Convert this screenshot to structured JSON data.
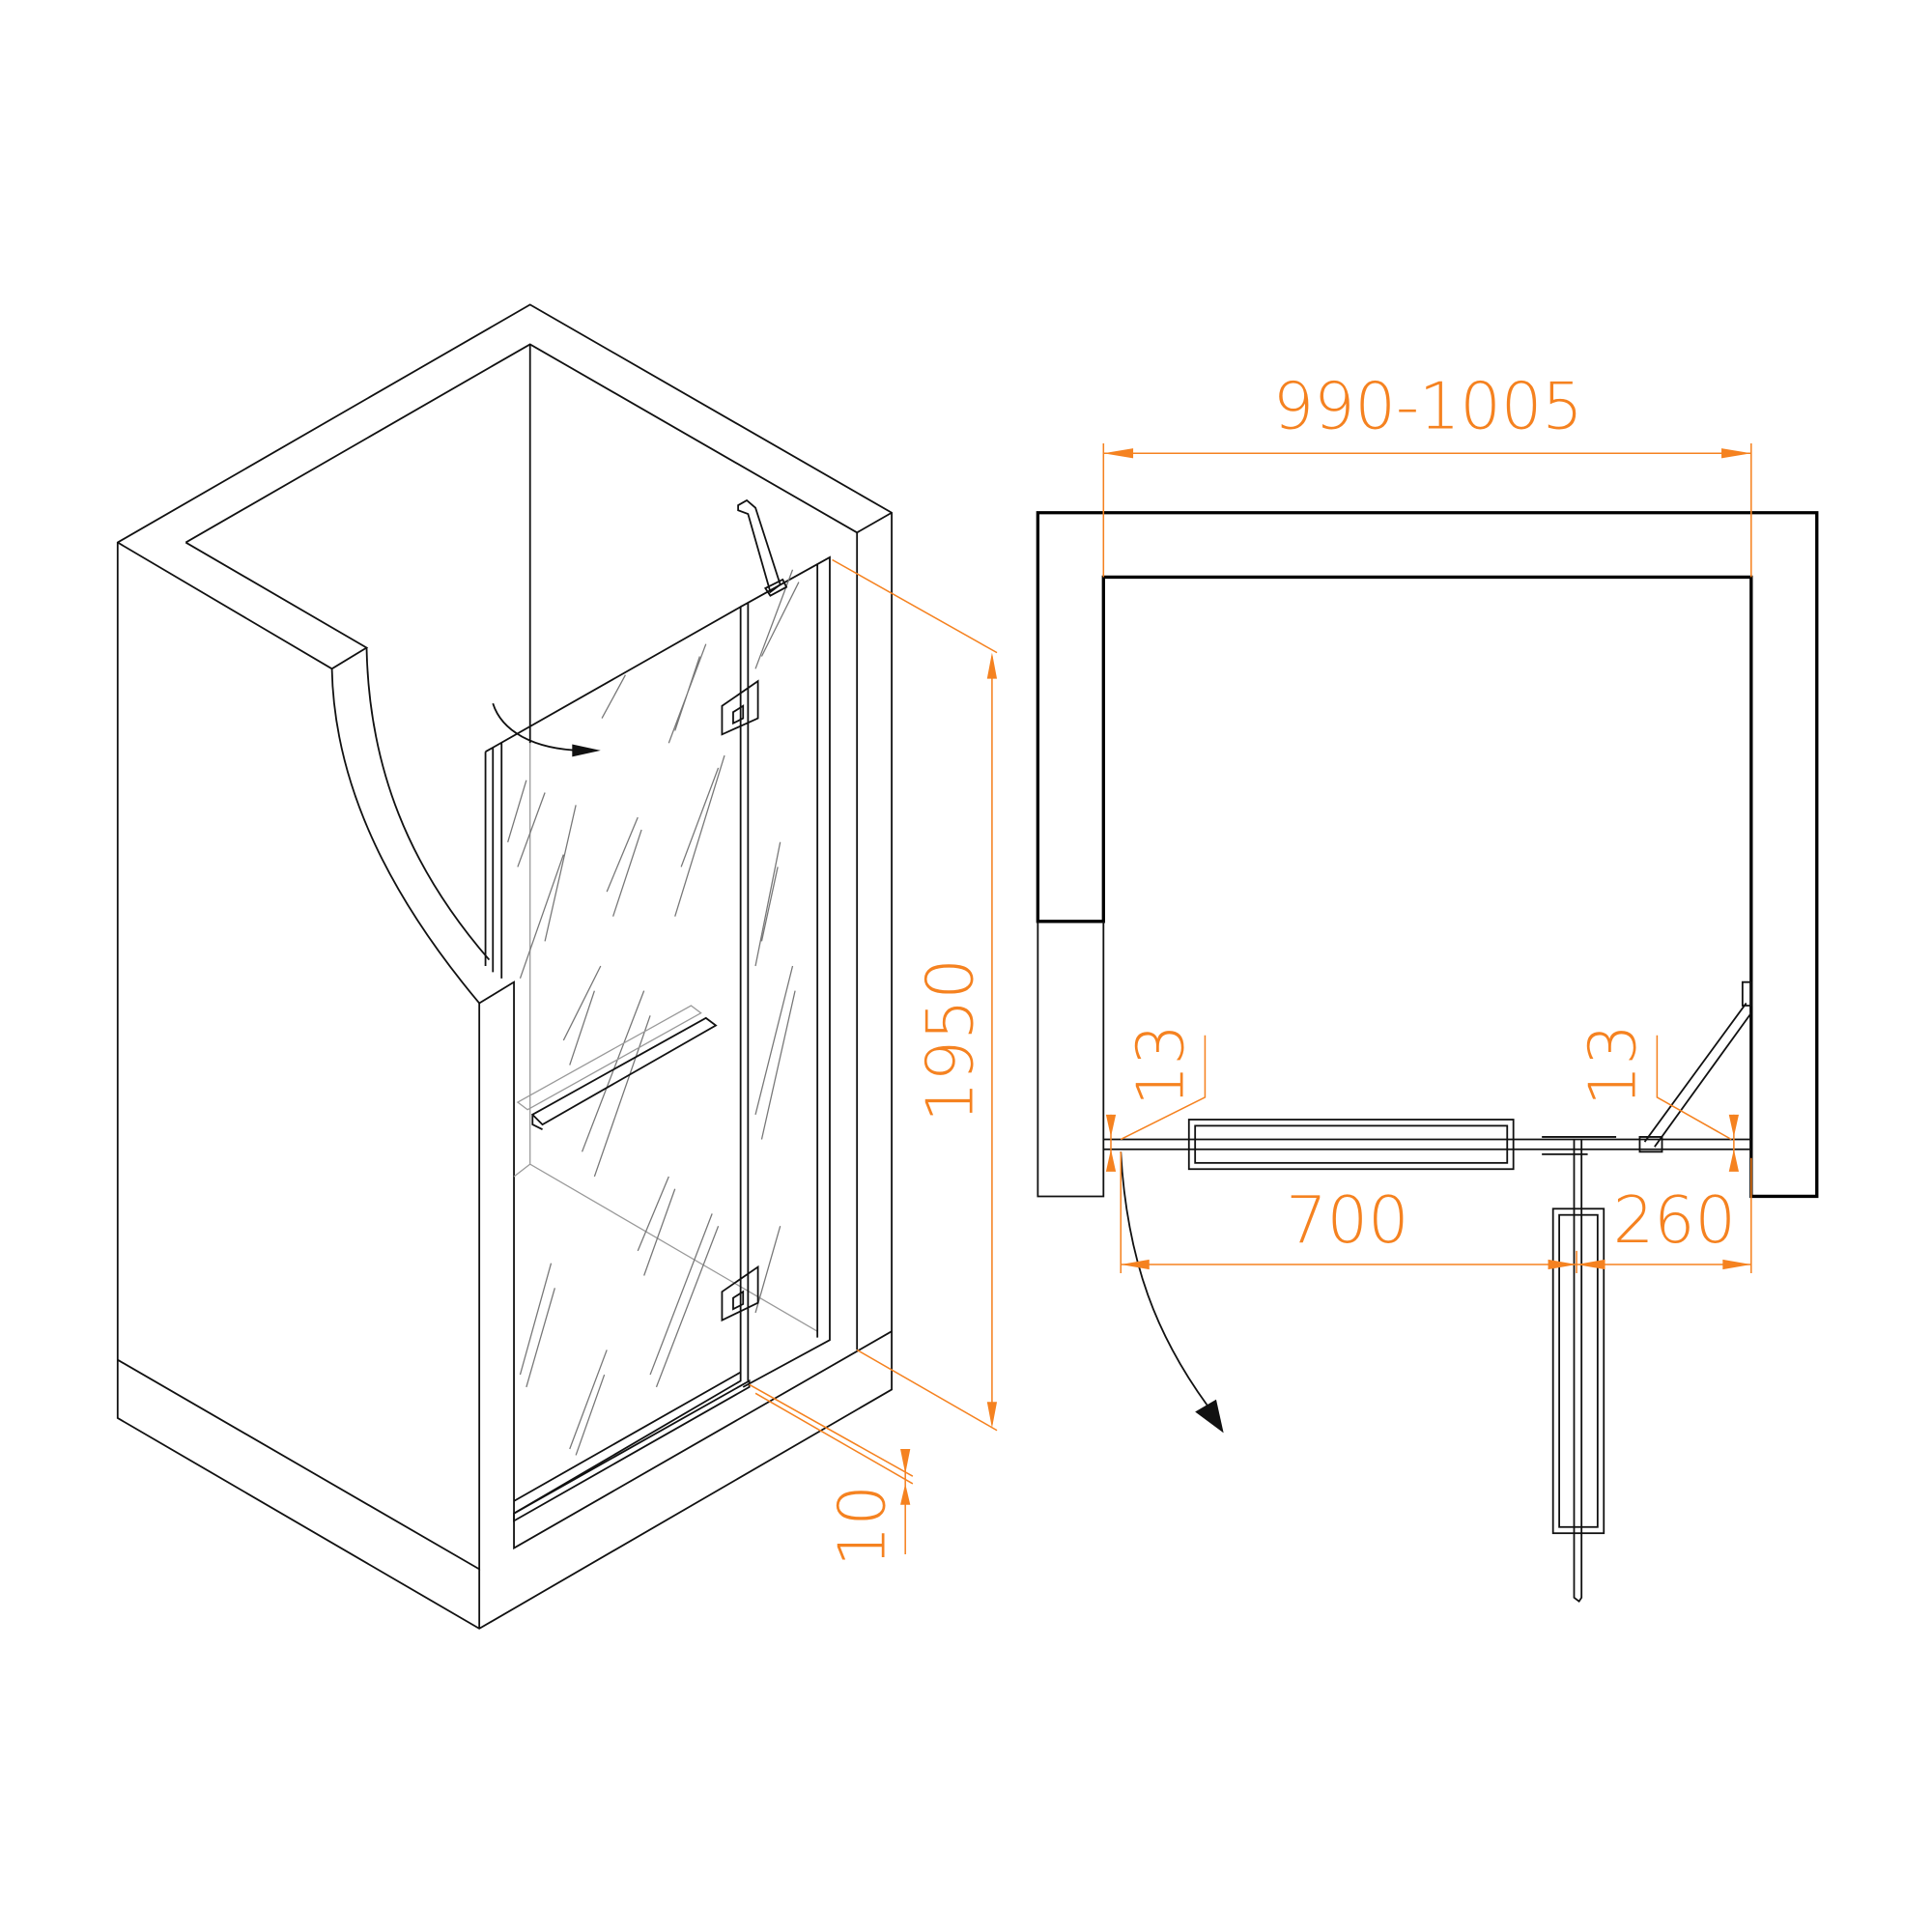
{
  "colors": {
    "dimension": "#F58220",
    "line": "#111111"
  },
  "views": {
    "isometric": {
      "dimensions": {
        "height": "1950",
        "threshold": "10"
      }
    },
    "plan": {
      "dimensions": {
        "width_range": "990-1005",
        "door_width": "700",
        "fixed_panel_width": "260",
        "left_gap": "13",
        "right_gap": "13"
      }
    }
  }
}
